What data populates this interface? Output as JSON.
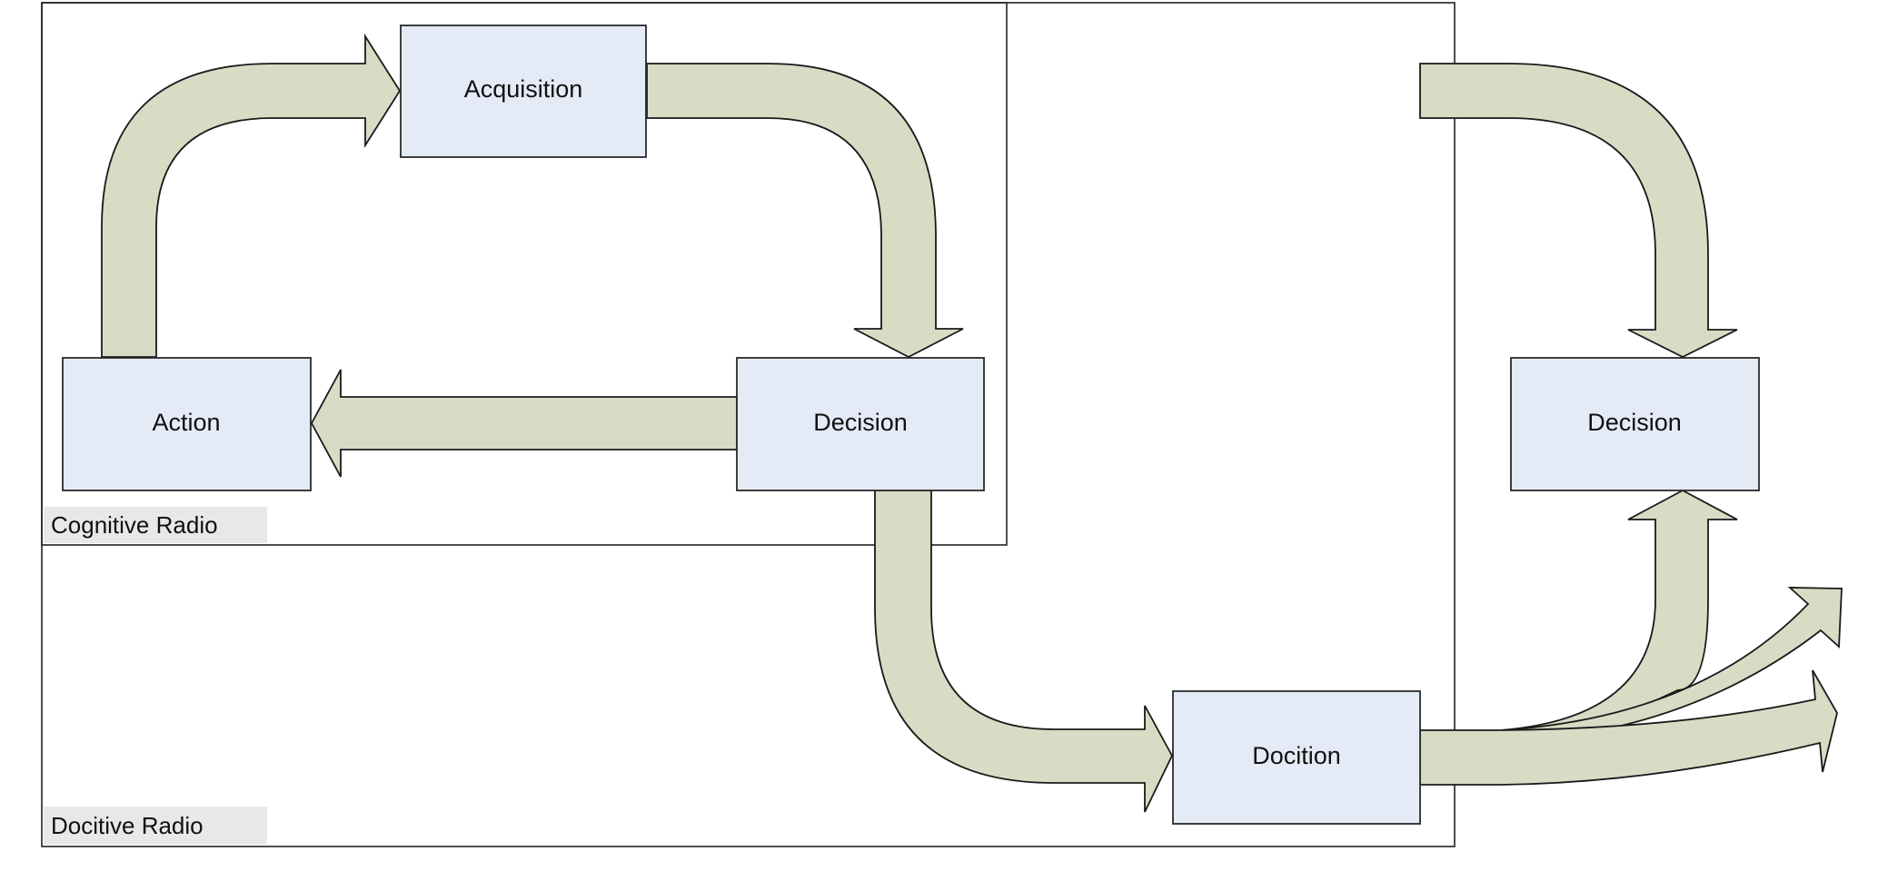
{
  "colors": {
    "arrow_fill": "#d8dcc5",
    "box_fill": "#e4ebf6",
    "tag_fill": "#e8e8e8"
  },
  "regions": {
    "cognitive_radio": {
      "label": "Cognitive Radio"
    },
    "docitive_radio": {
      "label": "Docitive Radio"
    }
  },
  "nodes": {
    "acquisition": {
      "label": "Acquisition"
    },
    "action": {
      "label": "Action"
    },
    "decision_main": {
      "label": "Decision"
    },
    "docition": {
      "label": "Docition"
    },
    "decision_external": {
      "label": "Decision"
    }
  }
}
